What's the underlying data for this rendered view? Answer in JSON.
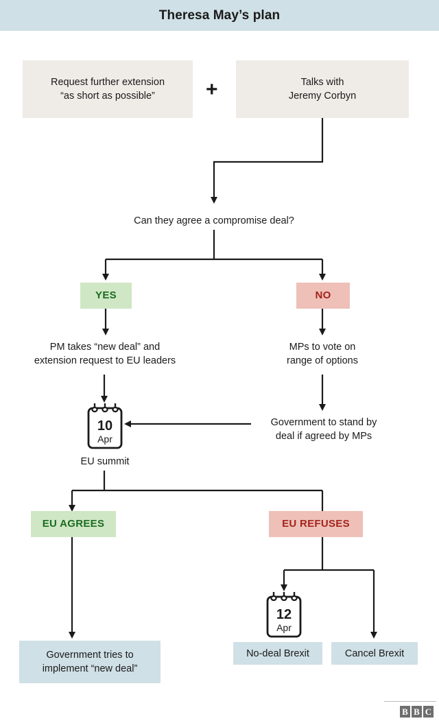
{
  "header": {
    "title": "Theresa May’s plan",
    "bar_color": "#cfe0e6"
  },
  "colors": {
    "beige": "#efece7",
    "green": "#cfe7c4",
    "green_text": "#1b6b22",
    "red": "#eec0b8",
    "red_text": "#a3241c",
    "blue": "#cfe0e6",
    "line": "#1a1a1a"
  },
  "nodes": {
    "request_extension": "Request further extension\n“as short as possible”",
    "request_extension_line1": "Request further extension",
    "request_extension_line2": "“as short as possible”",
    "plus": "+",
    "talks_line1": "Talks with",
    "talks_line2": "Jeremy Corbyn",
    "question": "Can they agree a compromise deal?",
    "yes": "YES",
    "no": "NO",
    "pm_takes_line1": "PM takes “new deal” and",
    "pm_takes_line2": "extension request to EU leaders",
    "mps_vote_line1": "MPs to vote on",
    "mps_vote_line2": "range of options",
    "gov_stand_line1": "Government to stand by",
    "gov_stand_line2": "deal if agreed by MPs",
    "eu_summit_caption": "EU summit",
    "eu_agrees": "EU AGREES",
    "eu_refuses": "EU REFUSES",
    "gov_tries_line1": "Government tries to",
    "gov_tries_line2": "implement “new deal”",
    "no_deal_brexit": "No-deal Brexit",
    "cancel_brexit": "Cancel Brexit"
  },
  "calendars": [
    {
      "day": "10",
      "month": "Apr",
      "caption": "EU summit"
    },
    {
      "day": "12",
      "month": "Apr",
      "caption": ""
    }
  ],
  "footer": {
    "logo_letters": [
      "B",
      "B",
      "C"
    ]
  }
}
